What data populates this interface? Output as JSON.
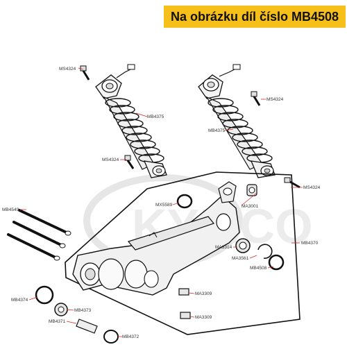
{
  "banner": {
    "text": "Na obrázku díl číslo MB4508"
  },
  "colors": {
    "banner_bg": "#f6bf1a",
    "leader": "#d9262b",
    "outline": "#111111",
    "watermark": "#e6e6e6"
  },
  "watermark": {
    "text": "KYMCO"
  },
  "parts": {
    "ms4324_a": "MS4324",
    "mb4375_a": "MB4375",
    "ms4324_b": "MS4324",
    "ms4324_c": "MS4324",
    "mb4375_b": "MB4375",
    "ms4324_d": "MS4324",
    "mx5589": "MX5589",
    "ma3001": "MA3001",
    "mb4549": "MB4549",
    "mb4370": "MB4370",
    "ma3314": "MA3314",
    "ma3561": "MA3561",
    "mb4508": "MB4508",
    "ma3309_a": "MA3309",
    "ma3309_b": "MA3309",
    "mb4374": "MB4374",
    "mb4373": "MB4373",
    "mb4371": "MB4371",
    "mb4372": "MB4372"
  }
}
